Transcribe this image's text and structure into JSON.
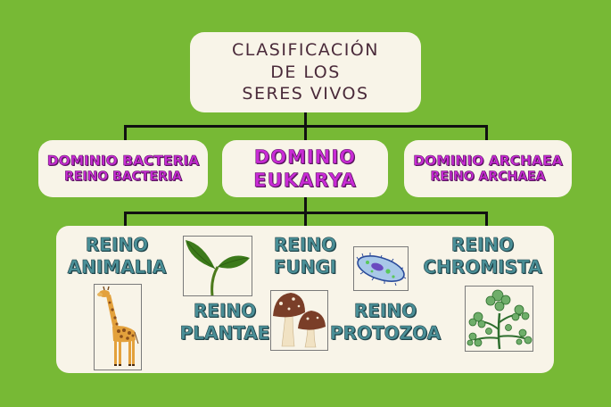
{
  "title": {
    "line1": "CLASIFICACIÓN",
    "line2": "DE LOS",
    "line3": "SERES VIVOS"
  },
  "domains": {
    "bacteria": {
      "line1": "DOMINIO BACTERIA",
      "line2": "REINO BACTERIA"
    },
    "eukarya": {
      "line1": "DOMINIO",
      "line2": "EUKARYA"
    },
    "archaea": {
      "line1": "DOMINIO ARCHAEA",
      "line2": "REINO ARCHAEA"
    }
  },
  "kingdoms": {
    "animalia": {
      "line1": "REINO",
      "line2": "ANIMALIA",
      "image": "giraffe-icon"
    },
    "plantae": {
      "line1": "REINO",
      "line2": "PLANTAE",
      "image": "sprout-icon"
    },
    "fungi": {
      "line1": "REINO",
      "line2": "FUNGI",
      "image": "mushroom-icon"
    },
    "protozoa": {
      "line1": "REINO",
      "line2": "PROTOZOA",
      "image": "paramecium-icon"
    },
    "chromista": {
      "line1": "REINO",
      "line2": "CHROMISTA",
      "image": "algae-icon"
    }
  },
  "colors": {
    "background": "#77b935",
    "box": "#f8f4e8",
    "domain_text": "#c92bd6",
    "kingdom_text": "#4a8f97",
    "title_text": "#4a2a3a",
    "connector": "#111111"
  }
}
